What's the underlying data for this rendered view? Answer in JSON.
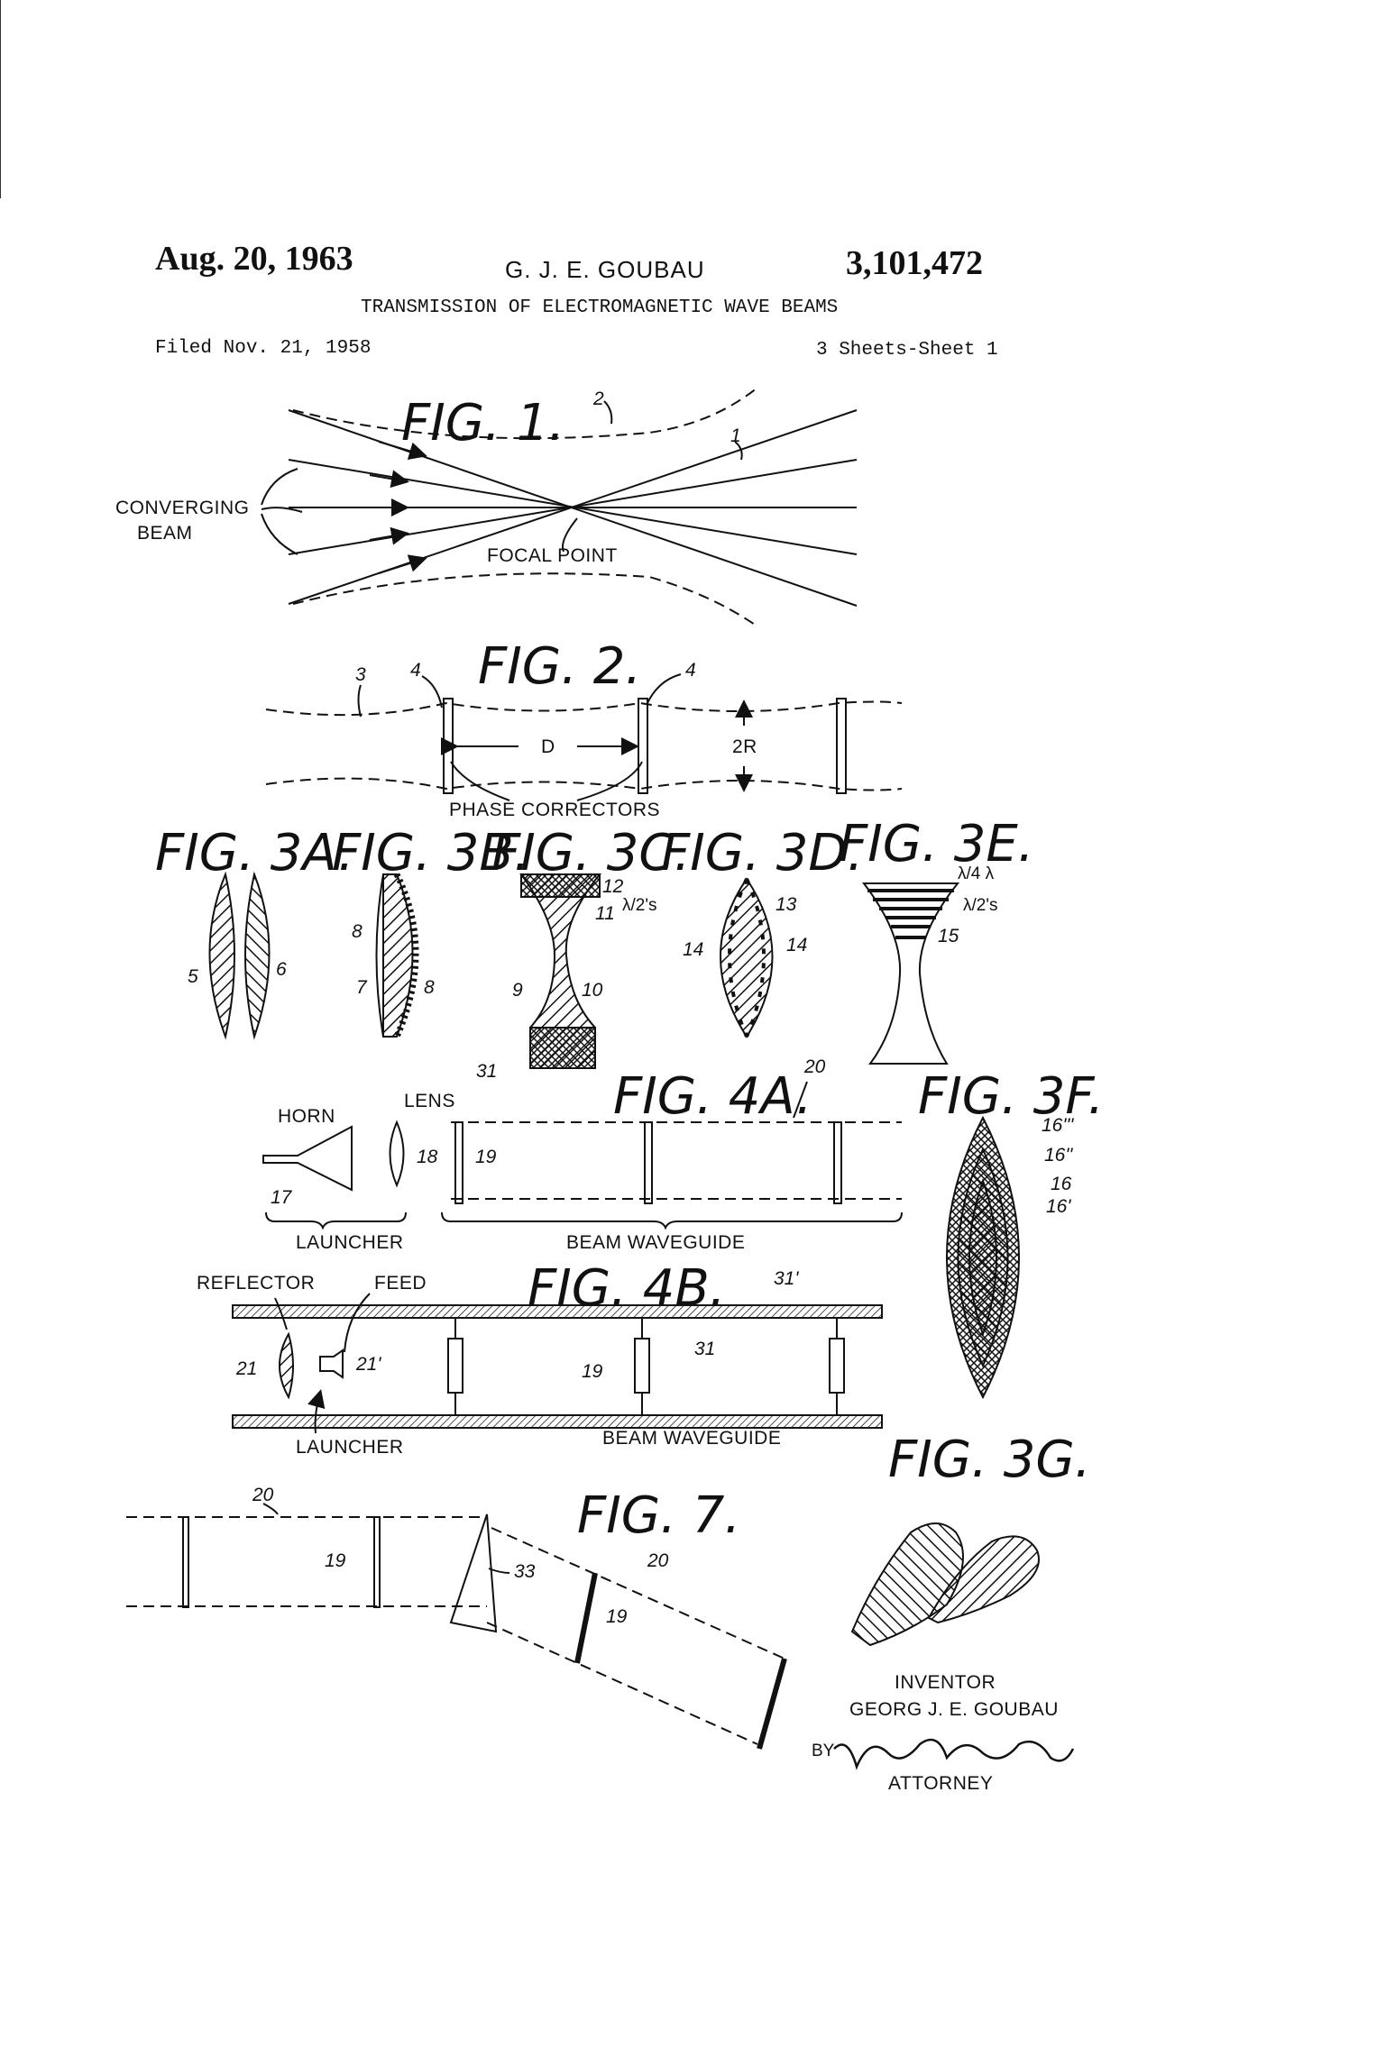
{
  "header": {
    "date": "Aug. 20, 1963",
    "inventor_name": "G. J. E. GOUBAU",
    "patent_number": "3,101,472",
    "title": "TRANSMISSION OF ELECTROMAGNETIC WAVE BEAMS",
    "filed": "Filed Nov. 21, 1958",
    "sheets": "3 Sheets-Sheet 1"
  },
  "figures": {
    "fig1": {
      "title": "FIG. 1.",
      "label_converging": "CONVERGING",
      "label_beam": "BEAM",
      "label_focal": "FOCAL POINT",
      "ref1": "1",
      "ref2": "2"
    },
    "fig2": {
      "title": "FIG. 2.",
      "ref3": "3",
      "ref4a": "4",
      "ref4b": "4",
      "dim_d": "D",
      "dim_2r": "2R",
      "label_phase": "PHASE CORRECTORS"
    },
    "fig3": {
      "a": "FIG. 3A.",
      "b": "FIG. 3B.",
      "c": "FIG. 3C.",
      "d": "FIG. 3D.",
      "e": "FIG. 3E.",
      "f": "FIG. 3F.",
      "g": "FIG. 3G.",
      "r5": "5",
      "r6": "6",
      "r7": "7",
      "r8a": "8",
      "r8b": "8",
      "r9": "9",
      "r10": "10",
      "r11": "11",
      "r12": "12",
      "r31": "31",
      "r13": "13",
      "r14a": "14",
      "r14b": "14",
      "r15": "15",
      "r16": "16",
      "r16p": "16'",
      "r16pp": "16''",
      "r16ppp": "16'''",
      "lambda_s_c": "λ/2's",
      "lambda_s_e": "λ/2's",
      "lambda_quarter": "λ/4 λ"
    },
    "fig4a": {
      "title": "FIG. 4A.",
      "horn": "HORN",
      "lens": "LENS",
      "launcher": "LAUNCHER",
      "waveguide": "BEAM WAVEGUIDE",
      "r17": "17",
      "r18": "18",
      "r19": "19",
      "r20": "20"
    },
    "fig4b": {
      "title": "FIG. 4B.",
      "reflector": "REFLECTOR",
      "feed": "FEED",
      "launcher": "LAUNCHER",
      "waveguide": "BEAM WAVEGUIDE",
      "r21": "21",
      "r21p": "21'",
      "r19": "19",
      "r31": "31",
      "r31p": "31'"
    },
    "fig7": {
      "title": "FIG. 7.",
      "r20a": "20",
      "r20b": "20",
      "r19a": "19",
      "r19b": "19",
      "r33": "33"
    }
  },
  "signature": {
    "inventor_label": "INVENTOR",
    "inventor_full": "GEORG J. E. GOUBAU",
    "by": "BY",
    "attorney": "ATTORNEY"
  }
}
